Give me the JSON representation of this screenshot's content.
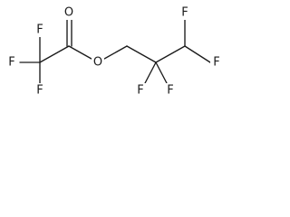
{
  "molecule": {
    "atoms": [
      {
        "id": "f1",
        "symbol": "F"
      },
      {
        "id": "f2",
        "symbol": "F"
      },
      {
        "id": "f3",
        "symbol": "F"
      },
      {
        "id": "o_carbonyl",
        "symbol": "O"
      },
      {
        "id": "o_ester",
        "symbol": "O"
      },
      {
        "id": "f4",
        "symbol": "F"
      },
      {
        "id": "f5",
        "symbol": "F"
      },
      {
        "id": "f6",
        "symbol": "F"
      },
      {
        "id": "f7",
        "symbol": "F"
      }
    ],
    "colors": {
      "bond": "#1a1a1a",
      "label": "#1a1a1a",
      "background": "#ffffff"
    }
  }
}
